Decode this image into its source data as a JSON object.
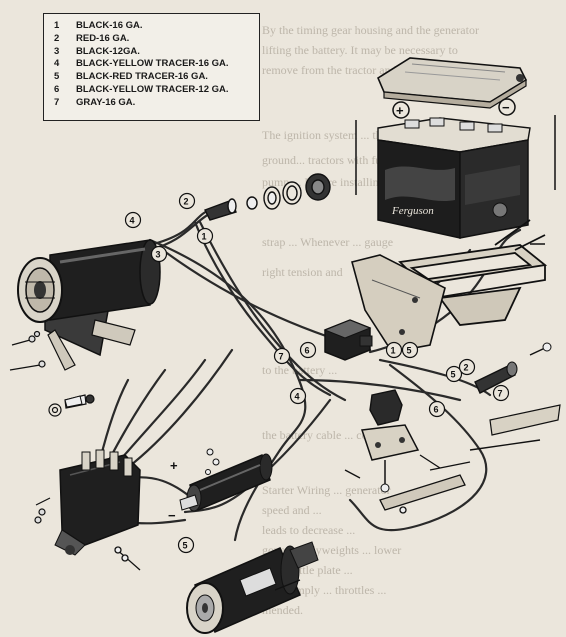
{
  "legend": {
    "entries": [
      {
        "num": "1",
        "label": "BLACK-16 GA."
      },
      {
        "num": "2",
        "label": "RED-16 GA."
      },
      {
        "num": "3",
        "label": "BLACK-12GA."
      },
      {
        "num": "4",
        "label": "BLACK-YELLOW TRACER-16 GA."
      },
      {
        "num": "5",
        "label": "BLACK-RED TRACER-16 GA."
      },
      {
        "num": "6",
        "label": "BLACK-YELLOW TRACER-12 GA."
      },
      {
        "num": "7",
        "label": "GRAY-16 GA."
      }
    ]
  },
  "battery": {
    "brand": "Ferguson",
    "positive_sign": "+",
    "negative_sign": "−"
  },
  "coil": {
    "positive_sign": "+",
    "negative_sign": "−"
  },
  "callouts": [
    "1",
    "2",
    "3",
    "4",
    "5",
    "6",
    "7"
  ],
  "background_text": [
    "By the timing gear housing and the generator",
    "lifting the battery. It may be necessary to",
    "remove from the tractor and check...",
    "The ignition system ... the battery wire",
    "ground... tractors with fuel",
    "pump ... Before installing",
    "strap ... Whenever ... gauge",
    "right tension and",
    "to the battery ...",
    "the battery cable ... connectors",
    "Starter Wiring ... generator",
    "speed and ...",
    "leads to decrease ...",
    "governor flyweights ... lower",
    "the throttle plate ...",
    "and. Simply ... throttles ...",
    "mended."
  ],
  "colors": {
    "paper": "#ebe6dc",
    "ink": "#1a1a1a",
    "legend_bg": "#f2efe8",
    "faded_text": "#bdb6aa"
  },
  "icons": [
    "generator",
    "battery",
    "battery-cover",
    "distributor",
    "ignition-coil",
    "starter-motor",
    "voltage-regulator",
    "starter-switch",
    "ignition-switch",
    "battery-tray"
  ]
}
